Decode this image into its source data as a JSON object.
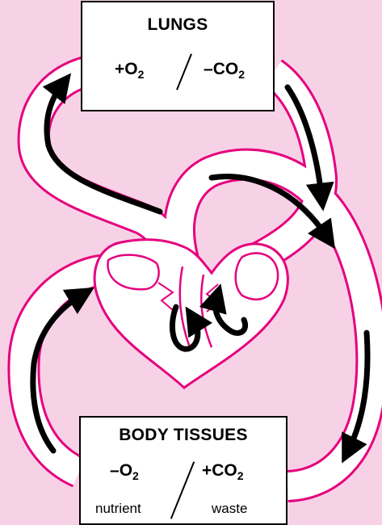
{
  "lungs": {
    "title": "LUNGS",
    "left_formula": {
      "sign": "+",
      "element": "O",
      "subscript": "2"
    },
    "right_formula": {
      "sign": "–",
      "element": "CO",
      "subscript": "2"
    }
  },
  "body_tissues": {
    "title": "BODY TISSUES",
    "left_formula": {
      "sign": "–",
      "element": "O",
      "subscript": "2"
    },
    "right_formula": {
      "sign": "+",
      "element": "CO",
      "subscript": "2"
    },
    "left_note": "nutrient",
    "right_note": "waste"
  },
  "colors": {
    "background": "#f7d2e6",
    "vessel_outline": "#e6007e",
    "vessel_fill": "#ffffff",
    "arrow": "#000000"
  }
}
